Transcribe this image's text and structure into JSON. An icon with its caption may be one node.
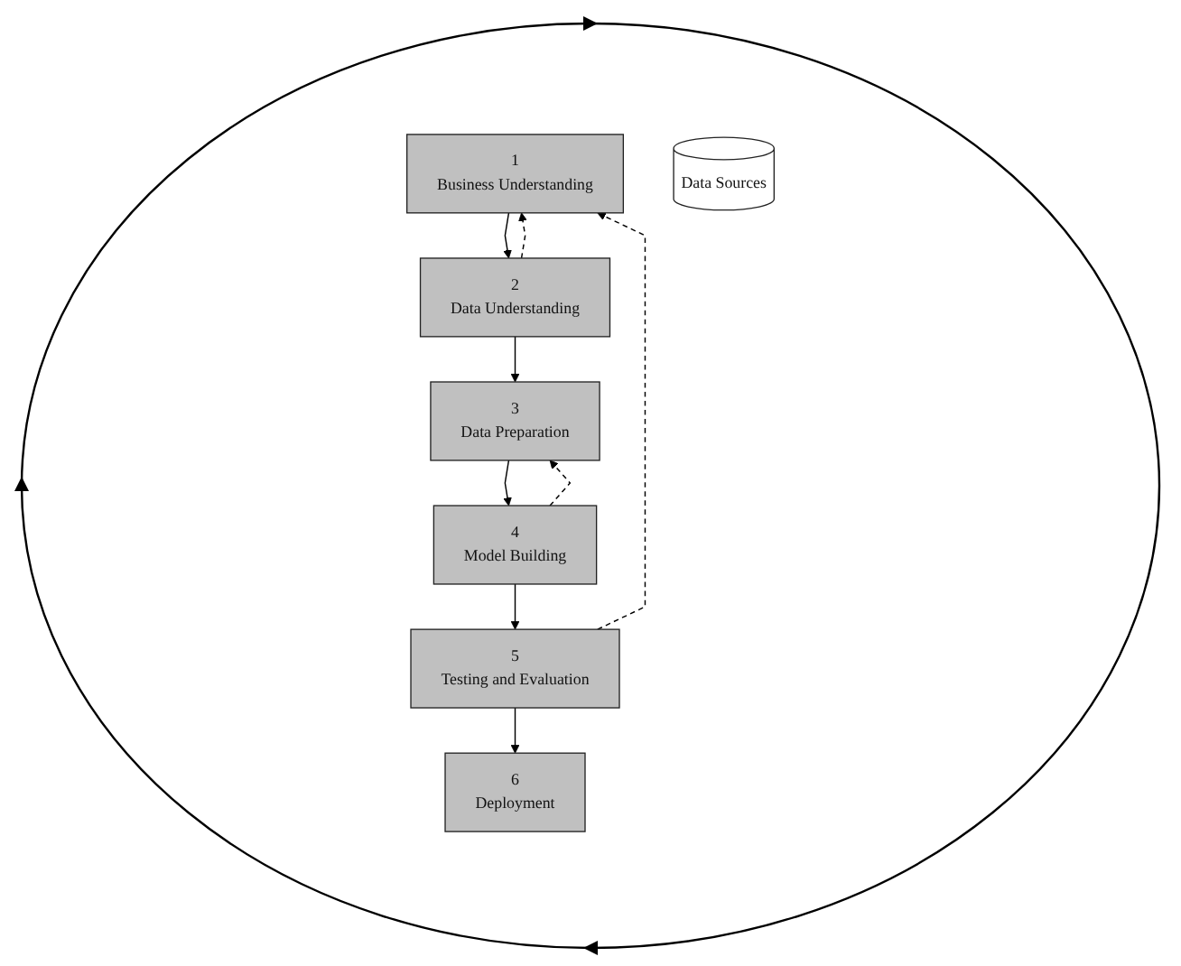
{
  "diagram": {
    "nodes": [
      {
        "text": [
          "1",
          "Business Understanding"
        ]
      },
      {
        "text": [
          "2",
          "Data Understanding"
        ]
      },
      {
        "text": [
          "3",
          "Data Preparation"
        ]
      },
      {
        "text": [
          "4",
          "Model Building"
        ]
      },
      {
        "text": [
          "5",
          "Testing and Evaluation"
        ]
      },
      {
        "text": [
          "6",
          "Deployment"
        ]
      },
      {
        "text": [
          "Data Sources"
        ]
      }
    ],
    "edges": [
      {
        "from": 0,
        "to": 1,
        "arrow": "to"
      },
      {
        "from": 1,
        "to": 0,
        "arrow": "to",
        "style": "dashed"
      },
      {
        "from": 1,
        "to": 2,
        "arrow": "to"
      },
      {
        "from": 2,
        "to": 3,
        "arrow": "to"
      },
      {
        "from": 3,
        "to": 2,
        "arrow": "to",
        "style": "dashed"
      },
      {
        "from": 3,
        "to": 4,
        "arrow": "to"
      },
      {
        "from": 4,
        "to": 0,
        "arrow": "to",
        "style": "dashed"
      },
      {
        "from": 4,
        "to": 5,
        "arrow": "to"
      }
    ]
  }
}
